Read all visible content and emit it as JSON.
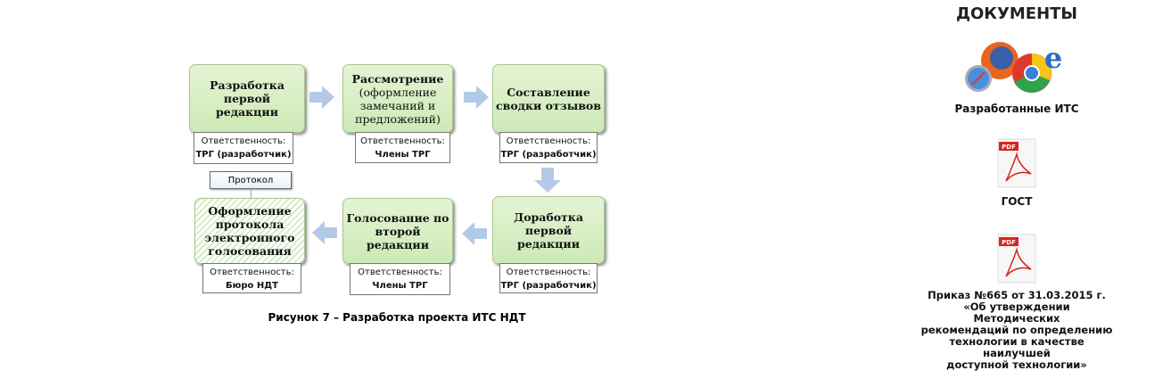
{
  "diagram": {
    "steps": [
      {
        "title": "Разработка первой редакции",
        "resp_label": "Ответственность:",
        "resp": "ТРГ (разработчик)"
      },
      {
        "title": "Рассмотрение",
        "subtitle": "(оформление замечаний и предложений)",
        "resp_label": "Ответственность:",
        "resp": "Члены ТРГ"
      },
      {
        "title": "Составление сводки отзывов",
        "resp_label": "Ответственность:",
        "resp": "ТРГ (разработчик)"
      },
      {
        "title": "Доработка первой редакции",
        "resp_label": "Ответственность:",
        "resp": "ТРГ (разработчик)"
      },
      {
        "title": "Голосование по второй редакции",
        "resp_label": "Ответственность:",
        "resp": "Члены ТРГ"
      },
      {
        "title": "Оформление протокола электронного голосования",
        "resp_label": "Ответственность:",
        "resp": "Бюро НДТ"
      }
    ],
    "protocol": "Протокол",
    "caption": "Рисунок 7 – Разработка проекта ИТС НДТ",
    "arrow_color": "#b4c9e6",
    "box_color": "#d6edc2"
  },
  "documents": {
    "title": "ДОКУМЕНТЫ",
    "items": [
      {
        "icon": "browsers-icon",
        "label": "Разработанные ИТС"
      },
      {
        "icon": "pdf-icon",
        "label": "ГОСТ",
        "badge": "PDF"
      },
      {
        "icon": "pdf-icon",
        "label_lines": [
          "Приказ №665 от 31.03.2015 г.",
          "«Об утверждении Методических",
          "рекомендаций по определению",
          "технологии в качестве наилучшей",
          "доступной технологии»"
        ],
        "badge": "PDF"
      }
    ]
  }
}
